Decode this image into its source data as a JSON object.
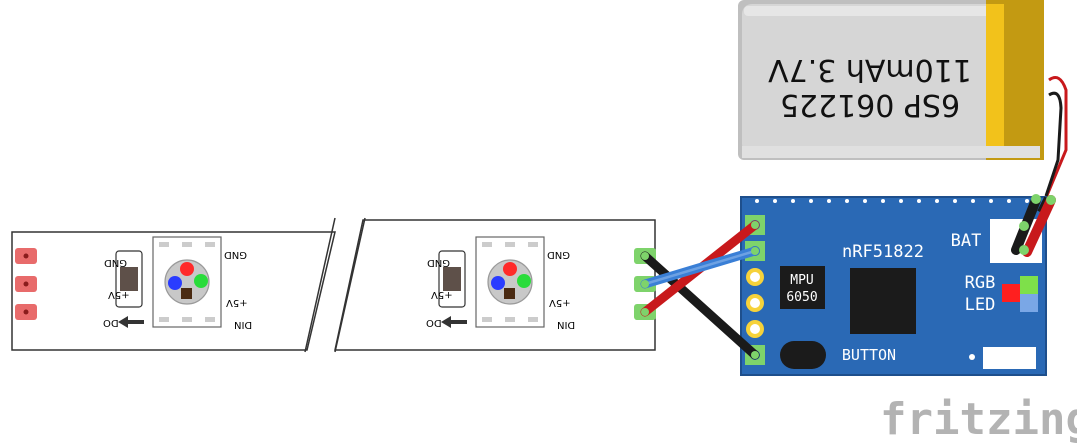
{
  "battery": {
    "line1": "110mAh 3.7V",
    "line2": "6SP 061225",
    "colors": {
      "body": "#d6d6d6",
      "stripe": "#f2c21b",
      "stripe_dark": "#c39a12"
    }
  },
  "board": {
    "chip_label": "nRF51822",
    "mpu_label_1": "MPU",
    "mpu_label_2": "6050",
    "bat_label": "BAT",
    "rgb_label_1": "RGB",
    "rgb_label_2": "LED",
    "button_label": "BUTTON",
    "colors": {
      "pcb": "#2a69b5",
      "pcb_edge": "#1e4f8c",
      "silk": "#ffffff",
      "ic": "#1b1b1b"
    }
  },
  "strip": {
    "led_labels": {
      "gnd": "GND",
      "plus5v_right": "+5V",
      "plus5v_left": "+5V",
      "din": "DIN",
      "do": "DO"
    },
    "colors": {
      "body": "#ffffff",
      "pad_red": "#e86b6b",
      "pad_green": "#7ed36b"
    }
  },
  "wires": {
    "colors": {
      "red": "#c8191c",
      "black": "#1a1a1a",
      "blue": "#3a7fd6"
    }
  },
  "brand": {
    "name": "fritzing",
    "color": "#b3b3b3"
  }
}
